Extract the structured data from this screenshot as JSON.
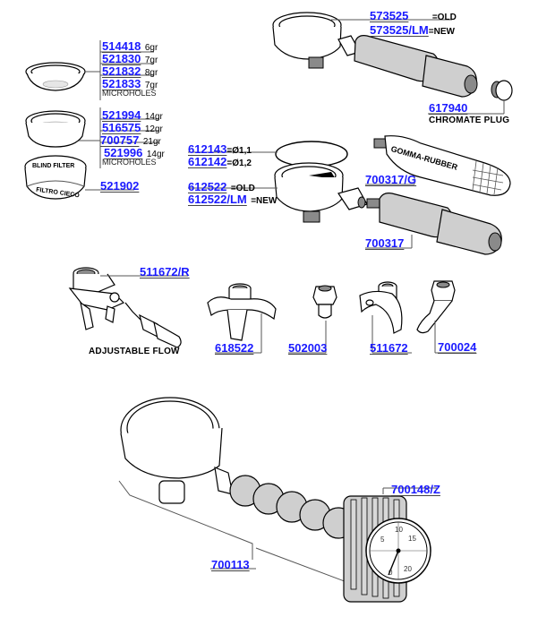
{
  "diagram": {
    "title": "Portafilter spare parts",
    "filters_single": {
      "items": [
        {
          "code": "514418",
          "spec": "6gr"
        },
        {
          "code": "521830",
          "spec": "7gr"
        },
        {
          "code": "521832",
          "spec": "8gr"
        },
        {
          "code": "521833",
          "spec": "7gr"
        }
      ],
      "note": "MICROHOLES"
    },
    "filters_double": {
      "items": [
        {
          "code": "521994",
          "spec": "14gr"
        },
        {
          "code": "516575",
          "spec": "12gr"
        },
        {
          "code": "700757",
          "spec": "21gr"
        },
        {
          "code": "521996",
          "spec": "14gr"
        }
      ],
      "note": "MICROHOLES"
    },
    "blind_filter": {
      "code": "521902",
      "text_top": "BLIND FILTER",
      "text_bottom": "FILTRO CIECO"
    },
    "portafilter_top": {
      "code_old": "573525",
      "old_label": "=OLD",
      "code_new": "573525/LM",
      "new_label": "=NEW"
    },
    "plug": {
      "code": "617940",
      "caption": "CHROMATE PLUG"
    },
    "springs": [
      {
        "code": "612143",
        "spec": "=Ø1,1"
      },
      {
        "code": "612142",
        "spec": "=Ø1,2"
      }
    ],
    "portafilter_mid": {
      "code_old": "612522",
      "old_label": "=OLD",
      "code_new": "612522/LM",
      "new_label": "=NEW"
    },
    "rubber_handle": {
      "code": "700317/G",
      "text": "GOMMA-RUBBER"
    },
    "handle": {
      "code": "700317"
    },
    "adjustable_spout": {
      "code": "511672/R",
      "caption": "ADJUSTABLE FLOW"
    },
    "spouts": [
      {
        "code": "618522"
      },
      {
        "code": "502003"
      },
      {
        "code": "511672"
      },
      {
        "code": "700024"
      }
    ],
    "pressure_portafilter": {
      "code": "700113",
      "gauge_code": "700148/Z",
      "gauge_ticks": [
        "5",
        "10",
        "15",
        "20",
        "0"
      ]
    }
  }
}
